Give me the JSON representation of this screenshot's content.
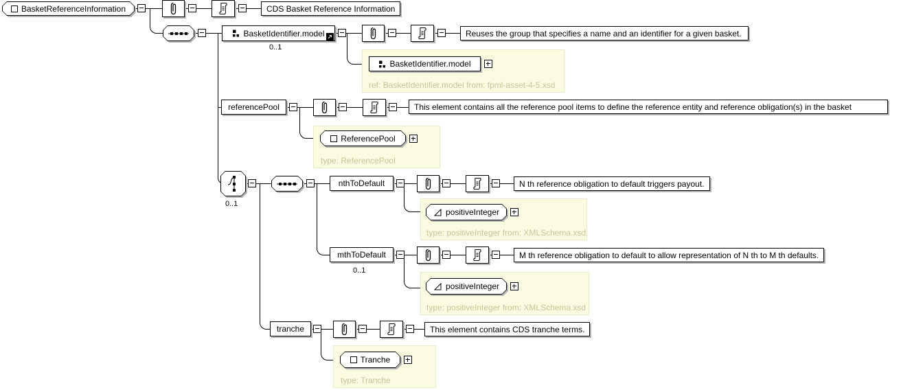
{
  "diagram": {
    "root": {
      "label": "BasketReferenceInformation",
      "annotation": "CDS Basket Reference Information"
    },
    "basket_identifier_model": {
      "label": "BasketIdentifier.model",
      "occurrence": "0..1",
      "annotation": "Reuses the group that specifies a name and an identifier for a given basket.",
      "detail": {
        "label": "BasketIdentifier.model",
        "caption": "ref: BasketIdentifier.model from: fpml-asset-4-5.xsd"
      }
    },
    "reference_pool": {
      "label": "referencePool",
      "annotation": "This element contains all the reference pool items to define the reference entity and reference obligation(s) in the basket",
      "detail": {
        "label": "ReferencePool",
        "caption": "type: ReferencePool"
      }
    },
    "choice": {
      "occurrence": "0..1"
    },
    "nth_to_default": {
      "label": "nthToDefault",
      "annotation": "N th reference obligation to default triggers payout.",
      "detail": {
        "label": "positiveInteger",
        "caption": "type: positiveInteger from: XMLSchema.xsd"
      }
    },
    "mth_to_default": {
      "label": "mthToDefault",
      "occurrence": "0..1",
      "annotation": "M th reference obligation to default to allow representation of N th to M th defaults.",
      "detail": {
        "label": "positiveInteger",
        "caption": "type: positiveInteger from: XMLSchema.xsd"
      }
    },
    "tranche": {
      "label": "tranche",
      "annotation": "This element contains CDS tranche terms.",
      "detail": {
        "label": "Tranche",
        "caption": "type: Tranche"
      }
    }
  }
}
